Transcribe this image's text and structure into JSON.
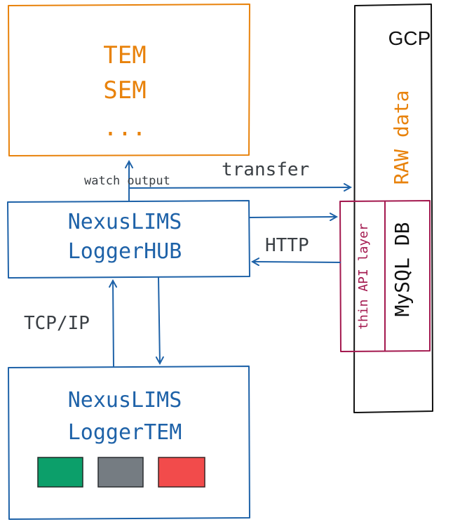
{
  "instruments_box": {
    "line1": "TEM",
    "line2": "SEM",
    "line3": "..."
  },
  "gcp_box": {
    "title": "GCP",
    "raw_data": "RAW data"
  },
  "hub_box": {
    "line1": "NexusLIMS",
    "line2": "LoggerHUB"
  },
  "tem_box": {
    "line1": "NexusLIMS",
    "line2": "LoggerTEM"
  },
  "api_box": {
    "api_label": "thin API layer",
    "db_label": "MySQL DB"
  },
  "labels": {
    "watch_output": "watch output",
    "transfer": "transfer",
    "http": "HTTP",
    "tcpip": "TCP/IP"
  },
  "status_lights": [
    {
      "name": "green",
      "color": "#0c9f6a"
    },
    {
      "name": "gray",
      "color": "#757c82"
    },
    {
      "name": "red",
      "color": "#f24b4b"
    }
  ],
  "colors": {
    "orange": "#e8820b",
    "blue": "#1e62a8",
    "maroon": "#a3184e",
    "black": "#111111",
    "label_gray": "#3a3f44"
  }
}
